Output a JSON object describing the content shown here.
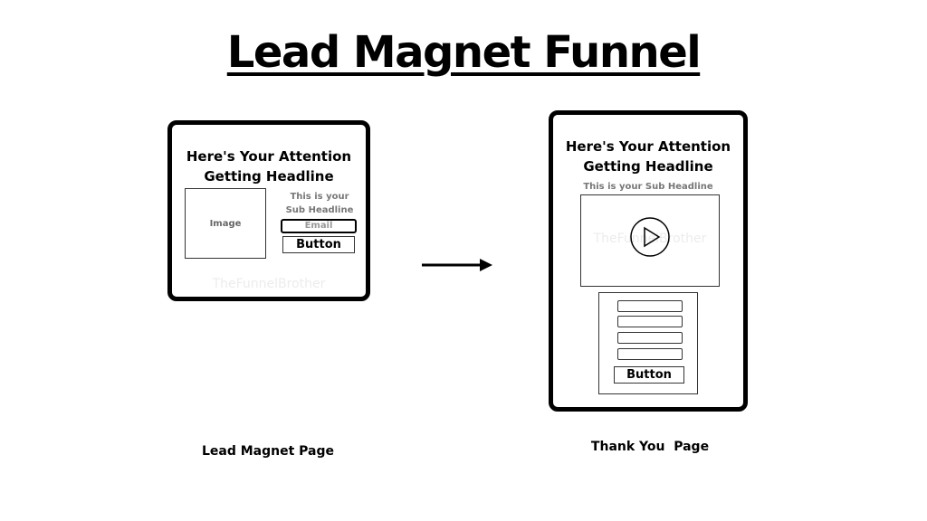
{
  "title": "Lead Magnet Funnel",
  "lead_page": {
    "headline_line1": "Here's Your Attention",
    "headline_line2": "Getting Headline",
    "image_label": "Image",
    "subhead_line1": "This is your",
    "subhead_line2": "Sub Headline",
    "email_placeholder": "Email",
    "button_label": "Button",
    "watermark": "TheFunnelBrother",
    "caption": "Lead Magnet Page"
  },
  "thank_you_page": {
    "headline_line1": "Here's Your Attention",
    "headline_line2": "Getting Headline",
    "subhead": "This is your Sub Headline",
    "video_watermark": "TheFunnelBrother",
    "button_label": "Button",
    "caption": "Thank You  Page"
  },
  "icons": {
    "play": "play-icon",
    "arrow": "arrow-right-icon"
  }
}
